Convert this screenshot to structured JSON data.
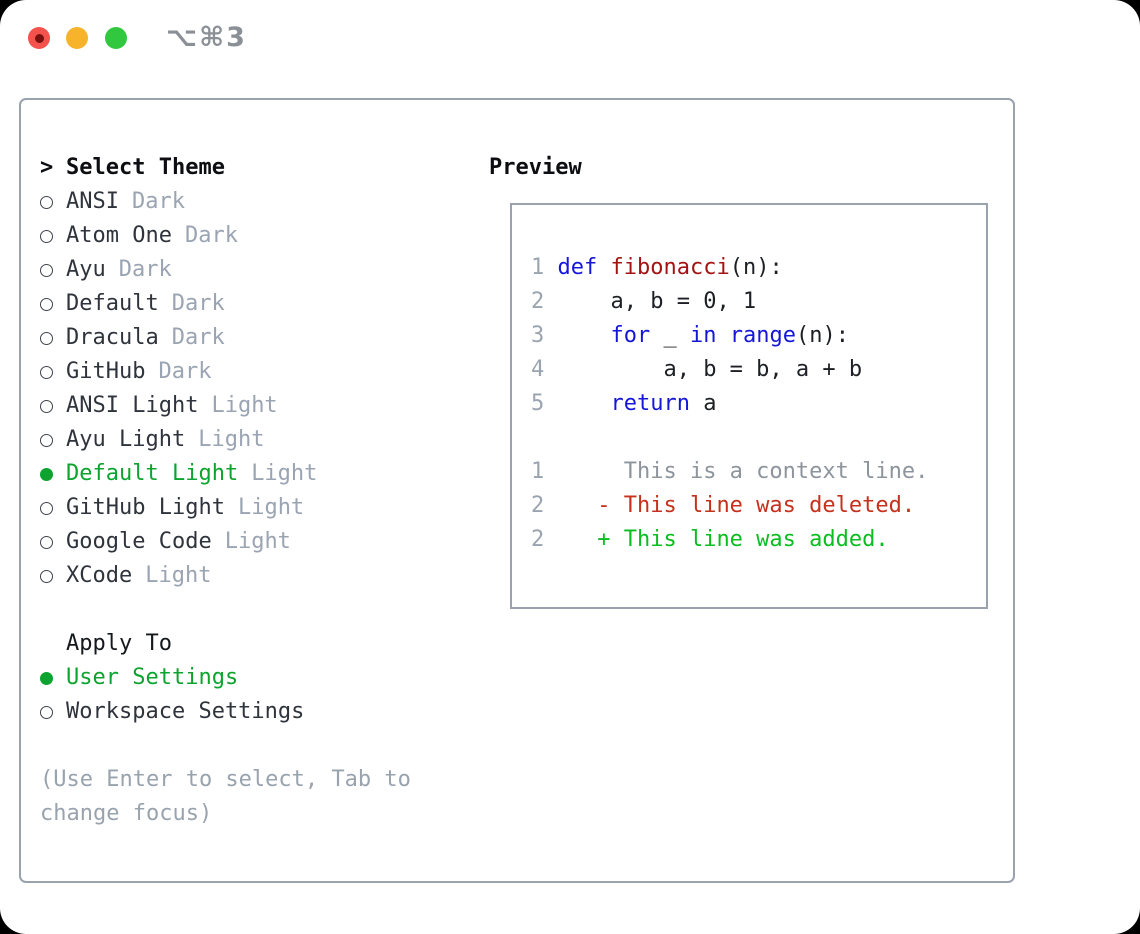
{
  "window": {
    "shortcut": "⌥⌘3"
  },
  "colors": {
    "keyword": "#1616d9",
    "function": "#a41313",
    "deleted": "#c5311c",
    "added": "#0bbd20",
    "selected": "#0ca42e",
    "line_number": "#9aa4b0",
    "context": "#8d949c",
    "tag": "#9aa4b2",
    "text": "#2f343c",
    "hint": "#99a3ae",
    "border": "#9aa2ad",
    "titlebar_icon": "#8b9097",
    "light_red": "#f4524c",
    "red_dot": "#7a100d",
    "light_yellow": "#f7b32a",
    "light_green": "#31c83f"
  },
  "theme_picker": {
    "prefix": ">",
    "header": "Select Theme",
    "items": [
      {
        "name": "ANSI",
        "tag": "Dark",
        "selected": false
      },
      {
        "name": "Atom One",
        "tag": "Dark",
        "selected": false
      },
      {
        "name": "Ayu",
        "tag": "Dark",
        "selected": false
      },
      {
        "name": "Default",
        "tag": "Dark",
        "selected": false
      },
      {
        "name": "Dracula",
        "tag": "Dark",
        "selected": false
      },
      {
        "name": "GitHub",
        "tag": "Dark",
        "selected": false
      },
      {
        "name": "ANSI Light",
        "tag": "Light",
        "selected": false
      },
      {
        "name": "Ayu Light",
        "tag": "Light",
        "selected": false
      },
      {
        "name": "Default Light",
        "tag": "Light",
        "selected": true
      },
      {
        "name": "GitHub Light",
        "tag": "Light",
        "selected": false
      },
      {
        "name": "Google Code",
        "tag": "Light",
        "selected": false
      },
      {
        "name": "XCode",
        "tag": "Light",
        "selected": false
      }
    ]
  },
  "apply_to": {
    "header": "Apply To",
    "options": [
      {
        "label": "User Settings",
        "selected": true
      },
      {
        "label": "Workspace Settings",
        "selected": false
      }
    ]
  },
  "hint": {
    "line1": "(Use Enter to select, Tab to",
    "line2": "change focus)"
  },
  "preview": {
    "label": "Preview",
    "lines": [
      {
        "type": "blank"
      },
      {
        "type": "code",
        "num": "1",
        "tokens": [
          [
            "kw",
            "def"
          ],
          [
            "pl",
            " "
          ],
          [
            "fn",
            "fibonacci"
          ],
          [
            "pl",
            "(n):"
          ]
        ]
      },
      {
        "type": "code",
        "num": "2",
        "tokens": [
          [
            "pl",
            "    a, b = 0, 1"
          ]
        ]
      },
      {
        "type": "code",
        "num": "3",
        "tokens": [
          [
            "pl",
            "    "
          ],
          [
            "kw",
            "for"
          ],
          [
            "pl",
            " _ "
          ],
          [
            "kw",
            "in"
          ],
          [
            "pl",
            " "
          ],
          [
            "kw",
            "range"
          ],
          [
            "pl",
            "(n):"
          ]
        ]
      },
      {
        "type": "code",
        "num": "4",
        "tokens": [
          [
            "pl",
            "        a, b = b, a + b"
          ]
        ]
      },
      {
        "type": "code",
        "num": "5",
        "tokens": [
          [
            "pl",
            "    "
          ],
          [
            "kw",
            "return"
          ],
          [
            "pl",
            " a"
          ]
        ]
      },
      {
        "type": "blank"
      },
      {
        "type": "code",
        "num": "1",
        "tokens": [
          [
            "ctx",
            "     This is a context line."
          ]
        ]
      },
      {
        "type": "code",
        "num": "2",
        "tokens": [
          [
            "del",
            "   - This line was deleted."
          ]
        ]
      },
      {
        "type": "code",
        "num": "2",
        "tokens": [
          [
            "add",
            "   + This line was added."
          ]
        ]
      },
      {
        "type": "blank"
      }
    ]
  }
}
